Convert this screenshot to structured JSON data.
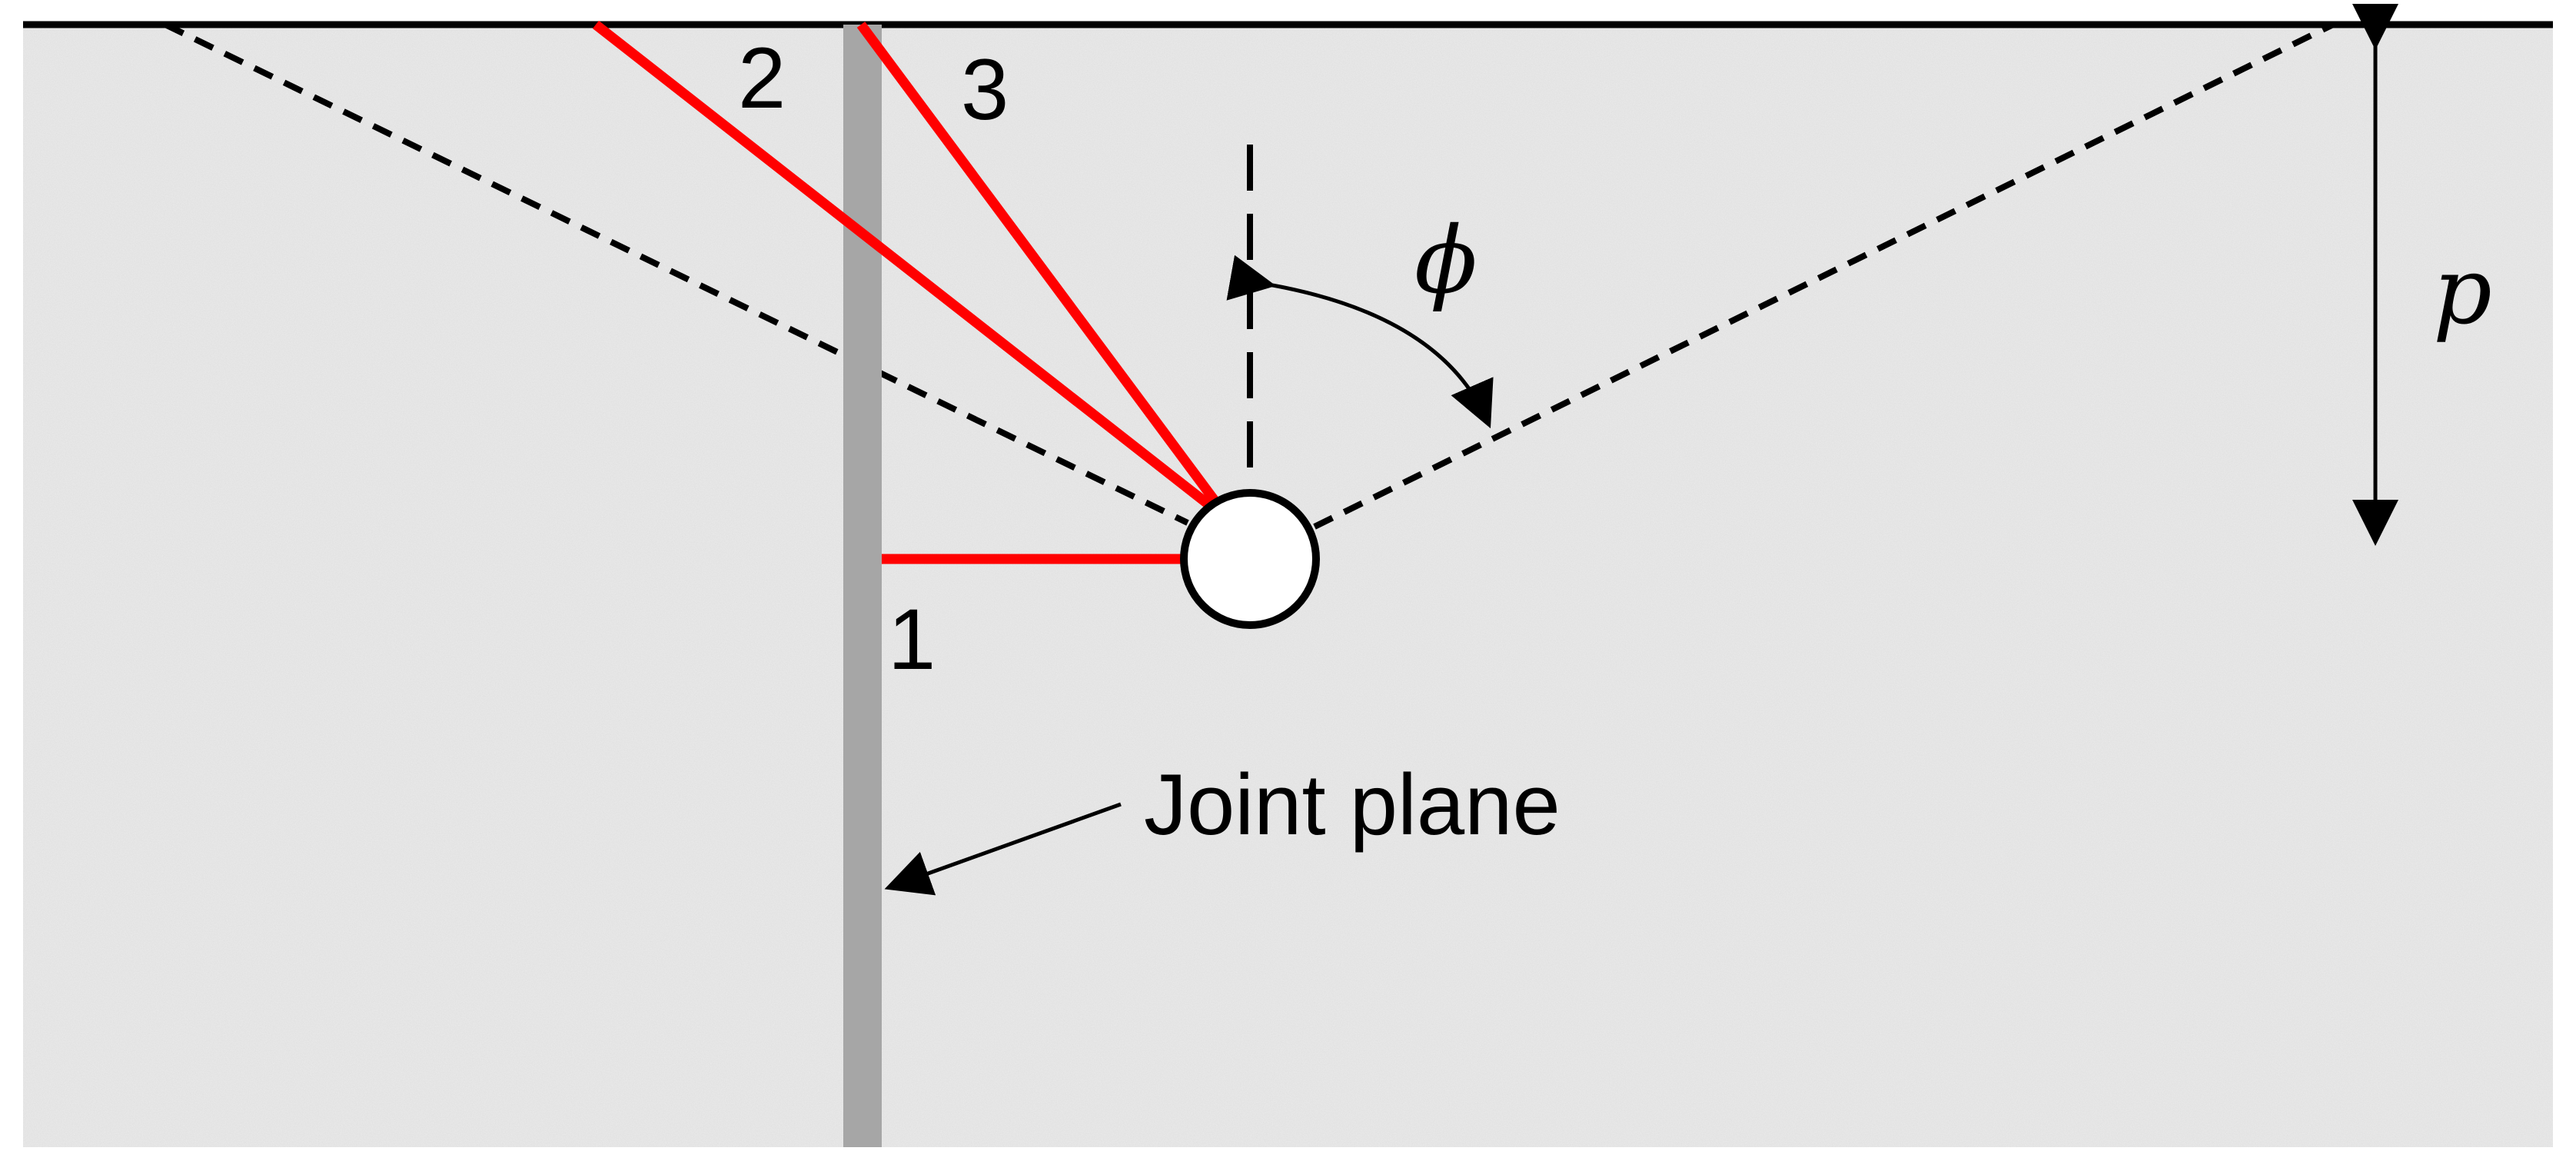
{
  "diagram": {
    "labels": {
      "crack_1": "1",
      "crack_2": "2",
      "crack_3": "3",
      "angle": "ϕ",
      "depth": "p",
      "joint": "Joint plane"
    },
    "colors": {
      "rock_background": "#ececec",
      "ground_line": "#000000",
      "joint_plane": "#a6a6a6",
      "cracks": "#ff0000",
      "borehole_fill": "#ffffff",
      "borehole_stroke": "#000000"
    }
  }
}
